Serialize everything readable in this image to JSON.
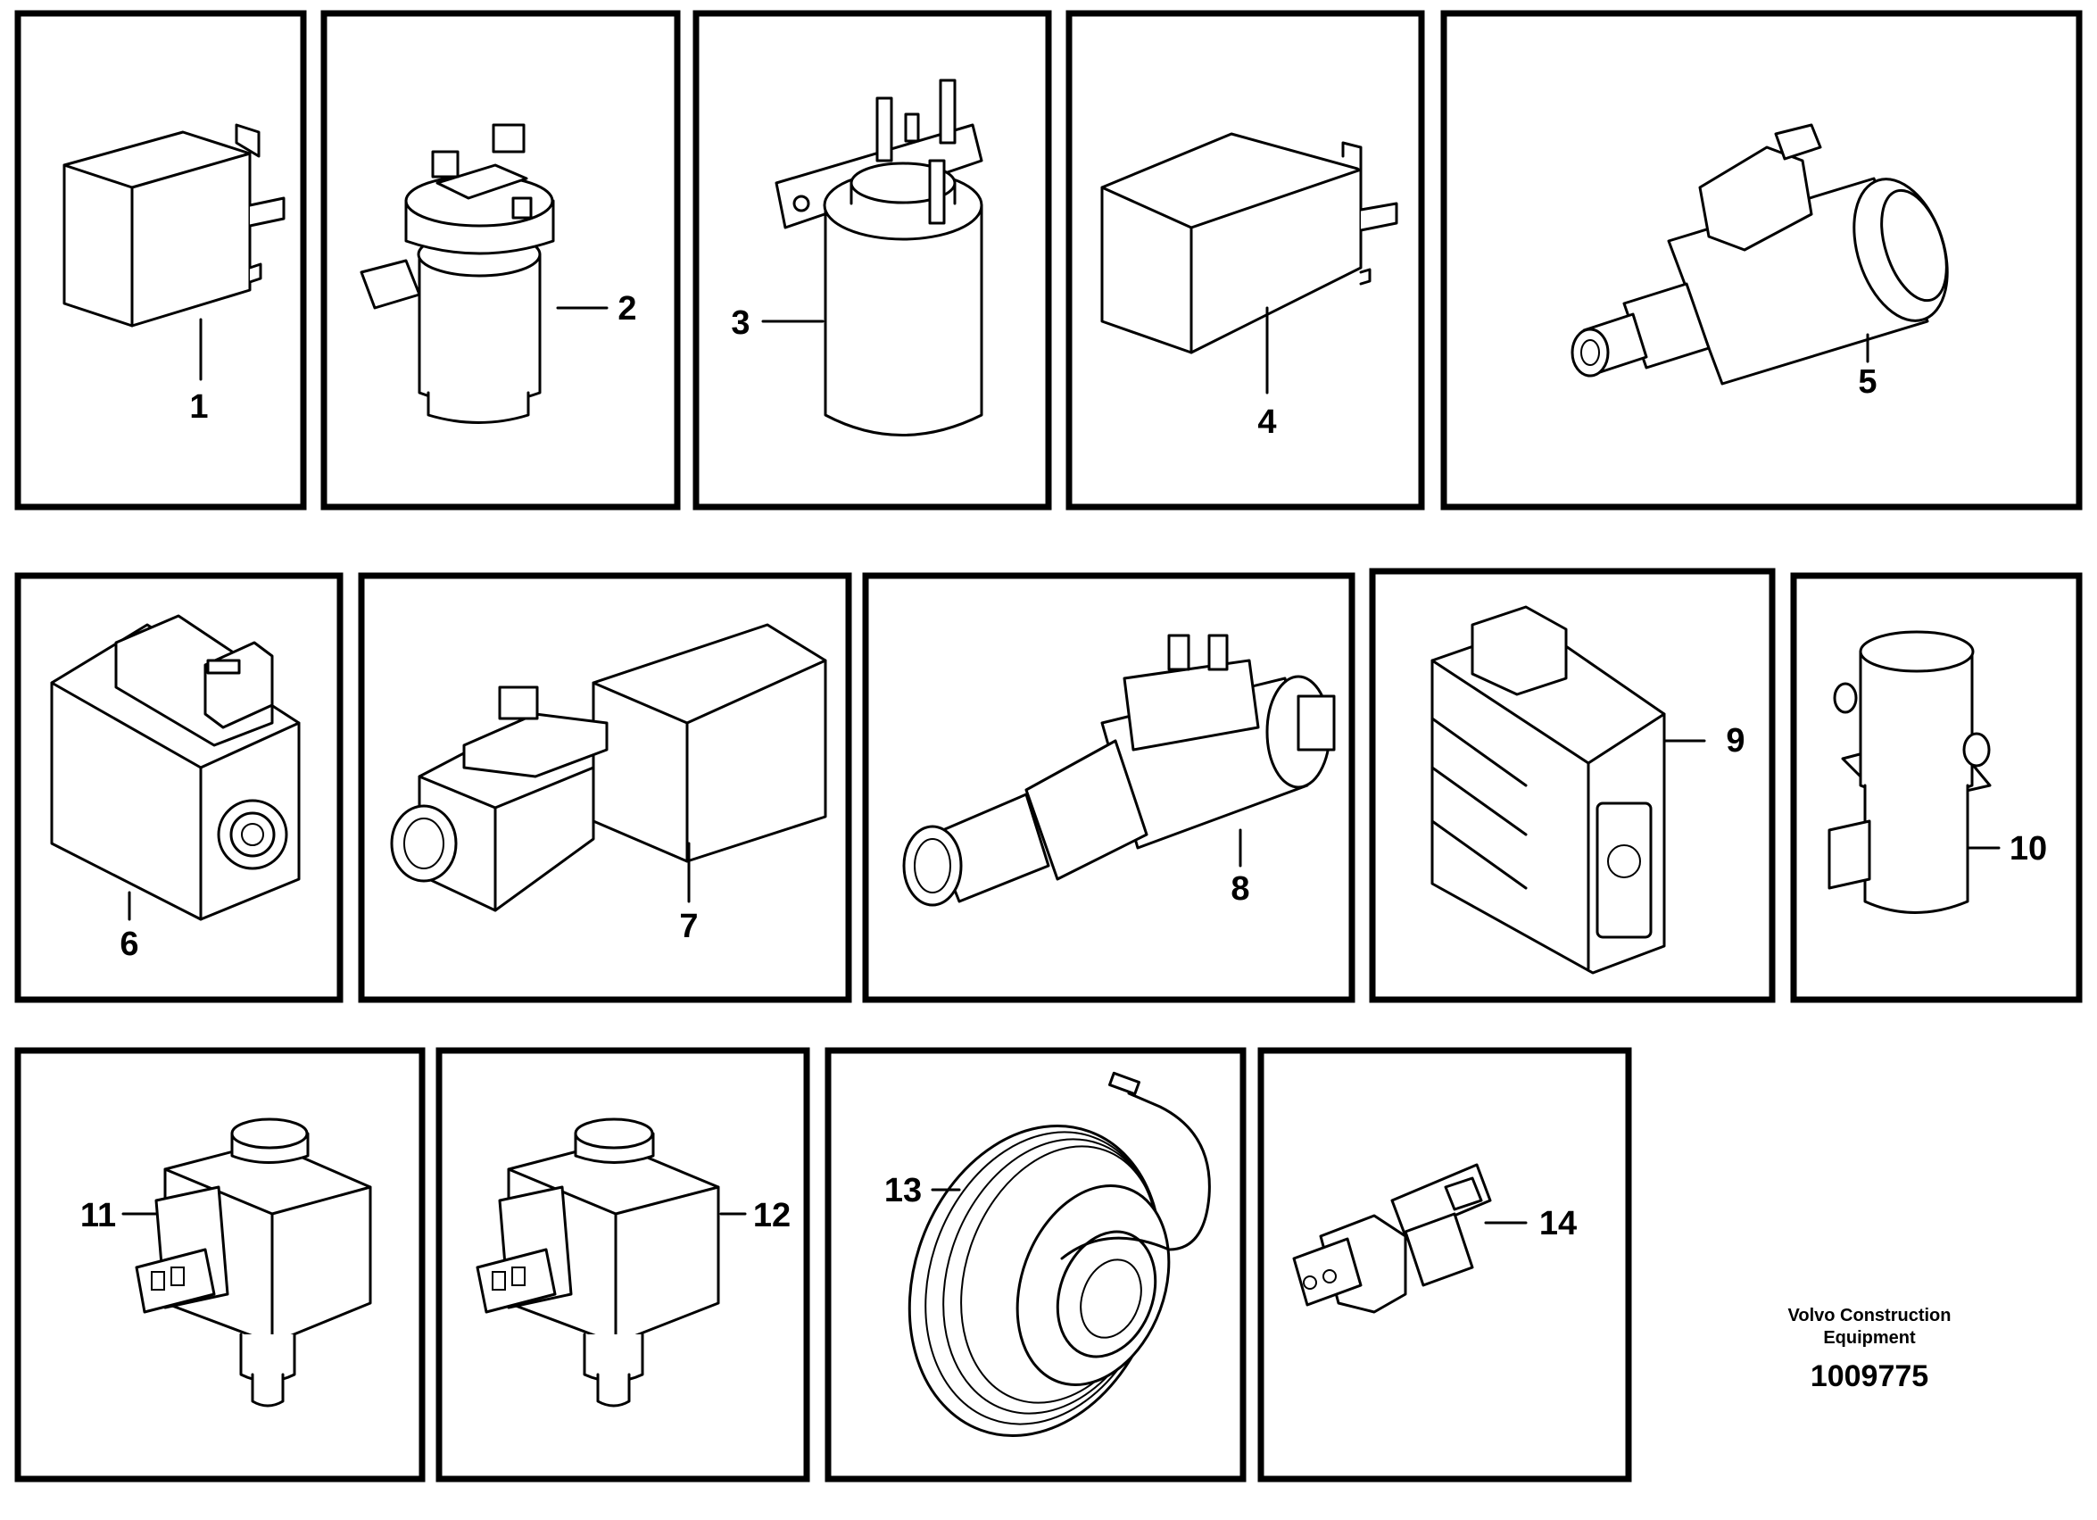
{
  "parts": [
    {
      "id": "part-1",
      "label": "1"
    },
    {
      "id": "part-2",
      "label": "2"
    },
    {
      "id": "part-3",
      "label": "3"
    },
    {
      "id": "part-4",
      "label": "4"
    },
    {
      "id": "part-5",
      "label": "5"
    },
    {
      "id": "part-6",
      "label": "6"
    },
    {
      "id": "part-7",
      "label": "7"
    },
    {
      "id": "part-8",
      "label": "8"
    },
    {
      "id": "part-9",
      "label": "9"
    },
    {
      "id": "part-10",
      "label": "10"
    },
    {
      "id": "part-11",
      "label": "11"
    },
    {
      "id": "part-12",
      "label": "12"
    },
    {
      "id": "part-13",
      "label": "13"
    },
    {
      "id": "part-14",
      "label": "14"
    }
  ],
  "footer": {
    "company_line1": "Volvo Construction",
    "company_line2": "Equipment",
    "drawing_number": "1009775"
  }
}
